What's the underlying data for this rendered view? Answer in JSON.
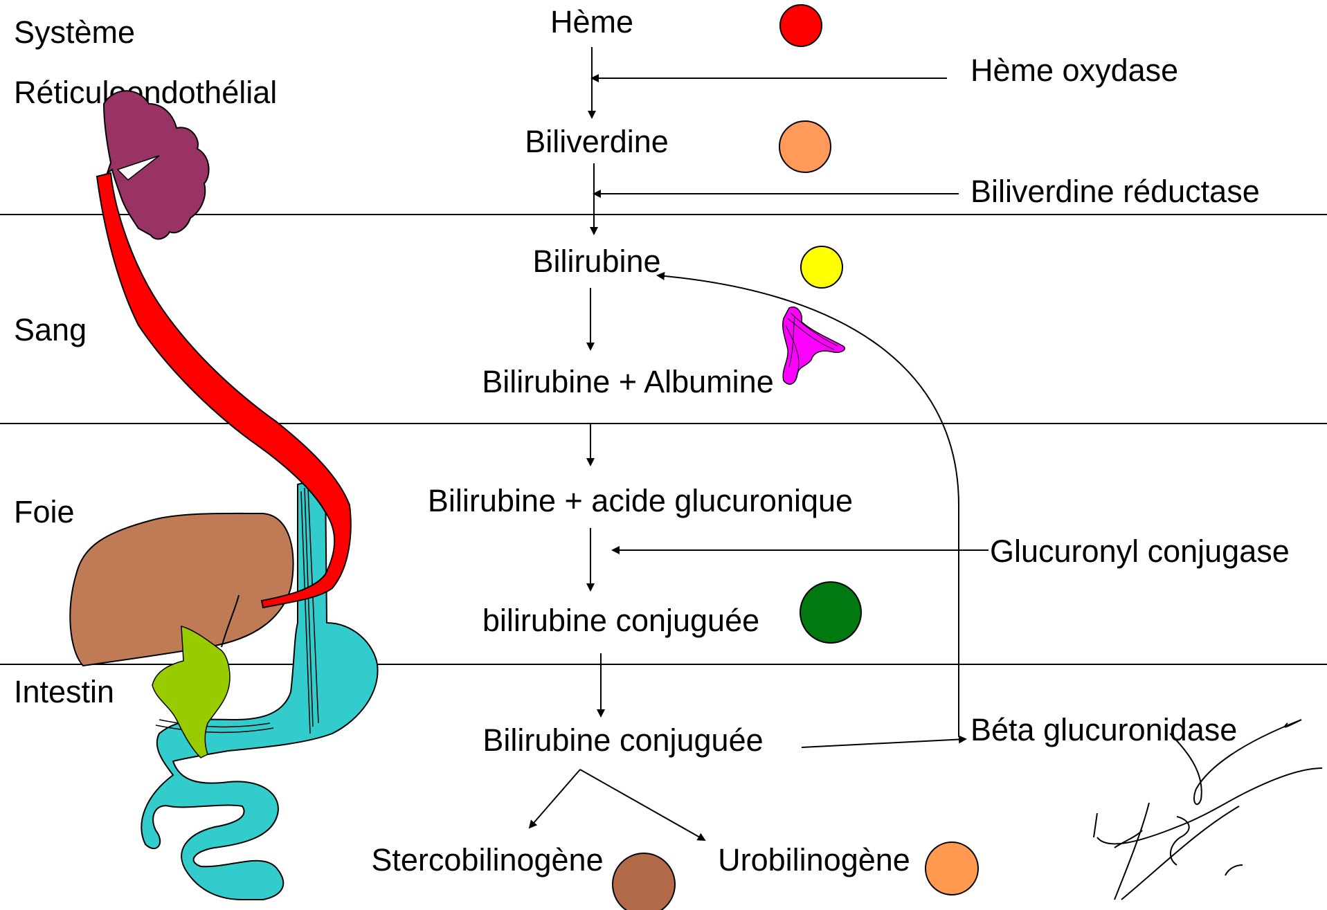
{
  "zones": {
    "systeme": "Système",
    "reticulo": "Réticuloendothélial",
    "sang": "Sang",
    "foie": "Foie",
    "intestin": "Intestin"
  },
  "steps": {
    "heme": "Hème",
    "biliverdine": "Biliverdine",
    "bilirubine": "Bilirubine",
    "bili_albumine": "Bilirubine  +  Albumine",
    "bili_glucuronique": "Bilirubine +  acide glucuronique",
    "bili_conjuguee_foie": "bilirubine conjuguée",
    "bili_conjuguee_intestin": "Bilirubine conjuguée",
    "stercobilinogene": "Stercobilinogène",
    "urobilinogene": "Urobilinogène"
  },
  "enzymes": {
    "heme_oxydase": "Hème oxydase",
    "biliverdine_reductase": "Biliverdine réductase",
    "glucuronyl_conjugase": "Glucuronyl conjugase",
    "beta_glucuronidase": "Béta glucuronidase"
  },
  "colors": {
    "heme": "#ff0000",
    "biliverdine": "#ff9a5a",
    "bilirubine": "#ffff00",
    "bili_conjuguee": "#007a10",
    "stercobilinogene": "#b36a48",
    "urobilinogene": "#ff9a50",
    "rate": "#993366",
    "vaisseau": "#ff0000",
    "foie": "#bf7a56",
    "vesicule": "#99cc00",
    "intestin": "#33cccc",
    "albumine": "#ff00ff"
  },
  "icons": [
    "spleen-icon",
    "blood-vessel-icon",
    "liver-icon",
    "gallbladder-icon",
    "intestine-icon",
    "albumin-icon",
    "signature"
  ]
}
